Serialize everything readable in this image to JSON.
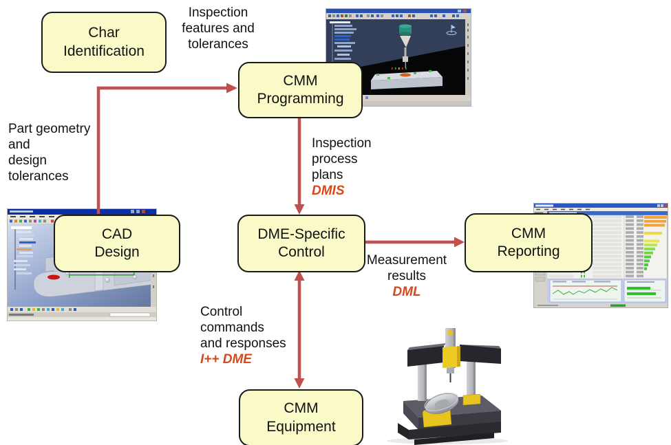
{
  "colors": {
    "box_fill": "#FAFAC8",
    "box_border": "#1A1A1A",
    "arrow": "#C0504D",
    "standard_text": "#D8481B"
  },
  "boxes": {
    "char_identification": {
      "line1": "Char",
      "line2": "Identification"
    },
    "cmm_programming": {
      "line1": "CMM",
      "line2": "Programming"
    },
    "cad_design": {
      "line1": "CAD",
      "line2": "Design"
    },
    "dme_specific_control": {
      "line1": "DME-Specific",
      "line2": "Control"
    },
    "cmm_reporting": {
      "line1": "CMM",
      "line2": "Reporting"
    },
    "cmm_equipment": {
      "line1": "CMM",
      "line2": "Equipment"
    }
  },
  "arrow_labels": {
    "inspection_features": {
      "line1": "Inspection",
      "line2": "features and",
      "line3": "tolerances"
    },
    "part_geometry": {
      "line1": "Part geometry",
      "line2": "and",
      "line3": "design",
      "line4": "tolerances"
    },
    "inspection_process": {
      "line1": "Inspection",
      "line2": "process",
      "line3": "plans",
      "standard": "DMIS"
    },
    "measurement_results": {
      "line1": "Measurement",
      "line2": "results",
      "standard": "DML"
    },
    "control_commands": {
      "line1": "Control",
      "line2": "commands",
      "line3": "and responses",
      "standard": "I++ DME"
    }
  },
  "screenshots": {
    "cmm_programming_software": "cmm-programming-software-screenshot",
    "cad_software": "cad-software-screenshot",
    "cmm_reporting_software": "cmm-reporting-software-screenshot",
    "cmm_machine": "cmm-machine-photo"
  }
}
